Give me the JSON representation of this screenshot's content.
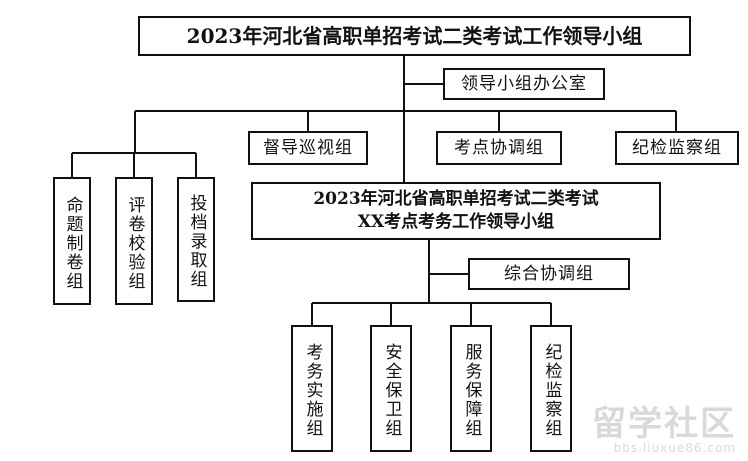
{
  "org_chart": {
    "top": "2023年河北省高职单招考试二类考试工作领导小组",
    "office": "领导小组办公室",
    "mid_groups": [
      "督导巡视组",
      "考点协调组",
      "纪检监察组"
    ],
    "left_groups": [
      "命题制卷组",
      "评卷校验组",
      "投档录取组"
    ],
    "sub_leader_line1": "2023年河北省高职单招考试二类考试",
    "sub_leader_line2": "XX考点考务工作领导小组",
    "sub_office": "综合协调组",
    "bottom_groups": [
      "考务实施组",
      "安全保卫组",
      "服务保障组",
      "纪检监察组"
    ]
  },
  "watermark": {
    "brand": "留学社区",
    "url": "bbs.liuxue86.com"
  },
  "colors": {
    "line": "#111111",
    "border": "#111111",
    "background": "#ffffff"
  }
}
